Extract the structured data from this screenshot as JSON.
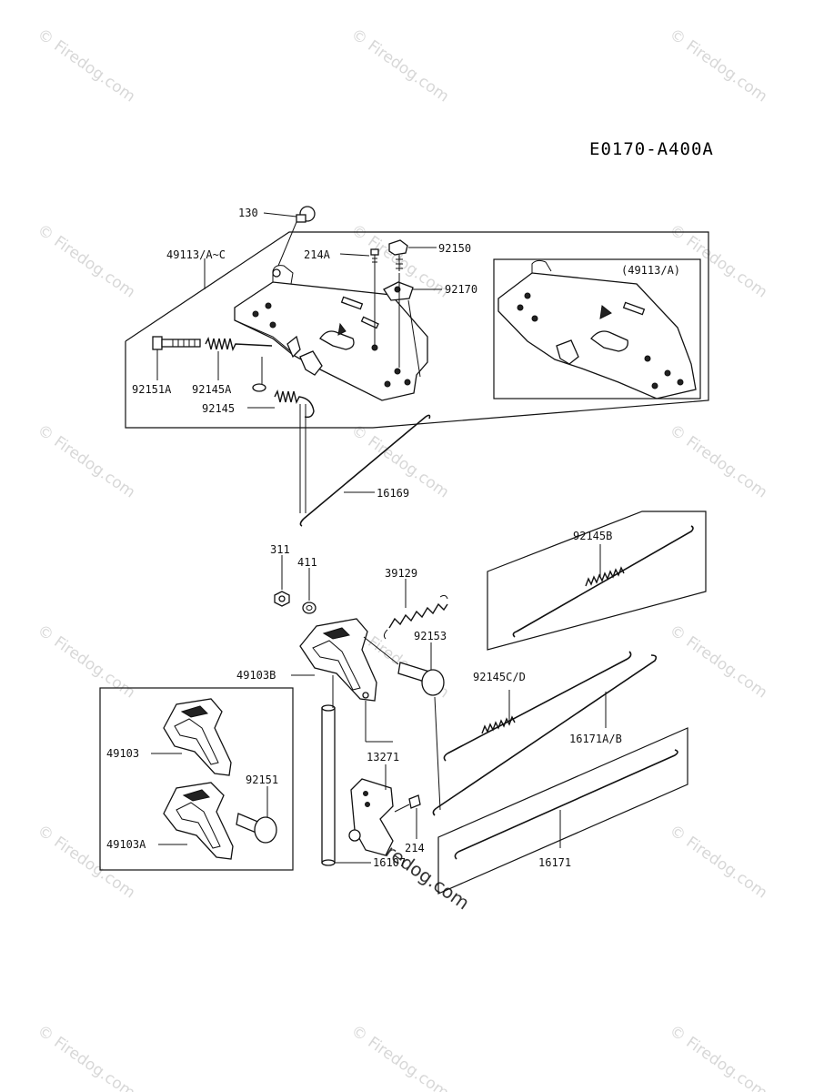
{
  "diagram_code": "E0170-A400A",
  "watermark": "© Firedog.com",
  "inset_label": "(49113/A)",
  "parts": {
    "p130": "130",
    "p49113": "49113/A~C",
    "p214A": "214A",
    "p92150": "92150",
    "p92170": "92170",
    "p92151A": "92151A",
    "p92145A": "92145A",
    "p92145": "92145",
    "p16169": "16169",
    "p311": "311",
    "p411": "411",
    "p39129": "39129",
    "p92153": "92153",
    "p92145B": "92145B",
    "p49103B": "49103B",
    "p92145CD": "92145C/D",
    "p16171AB": "16171A/B",
    "p13271": "13271",
    "p49103": "49103",
    "p92151": "92151",
    "p49103A": "49103A",
    "p214": "214",
    "p16107": "16107",
    "p16171": "16171"
  }
}
